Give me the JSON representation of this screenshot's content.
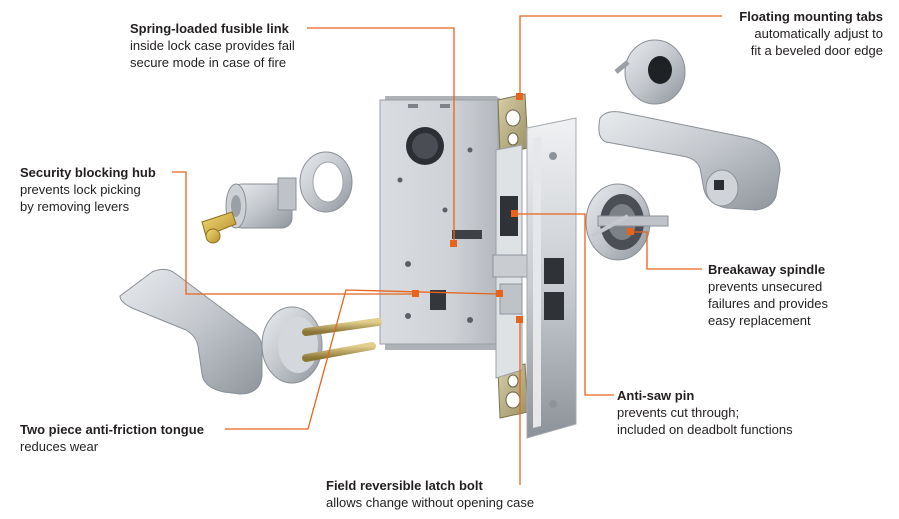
{
  "accent_color": "#e8641c",
  "callouts": {
    "fusible_link": {
      "title": "Spring-loaded fusible link",
      "desc": "inside lock case provides fail\nsecure mode in case of fire"
    },
    "mounting_tabs": {
      "title": "Floating mounting tabs",
      "desc": "automatically adjust to\nfit a beveled door edge"
    },
    "blocking_hub": {
      "title": "Security blocking hub",
      "desc": "prevents lock picking\nby removing levers"
    },
    "spindle": {
      "title": "Breakaway spindle",
      "desc": "prevents unsecured\nfailures and provides\neasy replacement"
    },
    "anti_saw": {
      "title": "Anti-saw pin",
      "desc": "prevents cut through;\nincluded on deadbolt functions"
    },
    "tongue": {
      "title": "Two piece anti-friction tongue",
      "desc": "reduces wear"
    },
    "latch_bolt": {
      "title": "Field reversible latch bolt",
      "desc": "allows change without opening case"
    }
  }
}
